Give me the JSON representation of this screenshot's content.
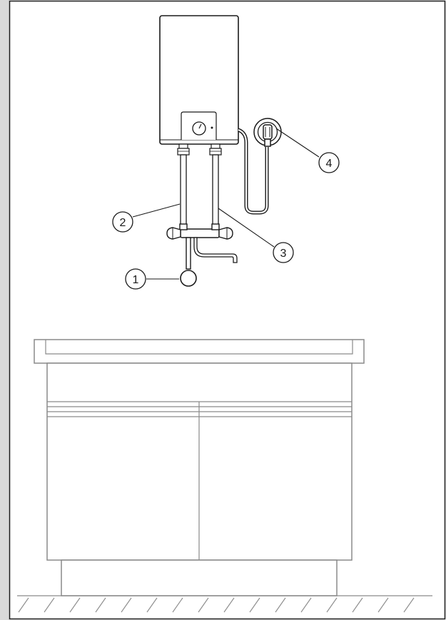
{
  "callouts": [
    {
      "id": "1",
      "label": "1"
    },
    {
      "id": "2",
      "label": "2"
    },
    {
      "id": "3",
      "label": "3"
    },
    {
      "id": "4",
      "label": "4"
    }
  ],
  "colors": {
    "frame_side": "#d9d9d9",
    "frame_border": "#1a1a1a",
    "line_dark": "#1a1a1a",
    "line_gray": "#8a8a8a",
    "background": "#ffffff"
  }
}
